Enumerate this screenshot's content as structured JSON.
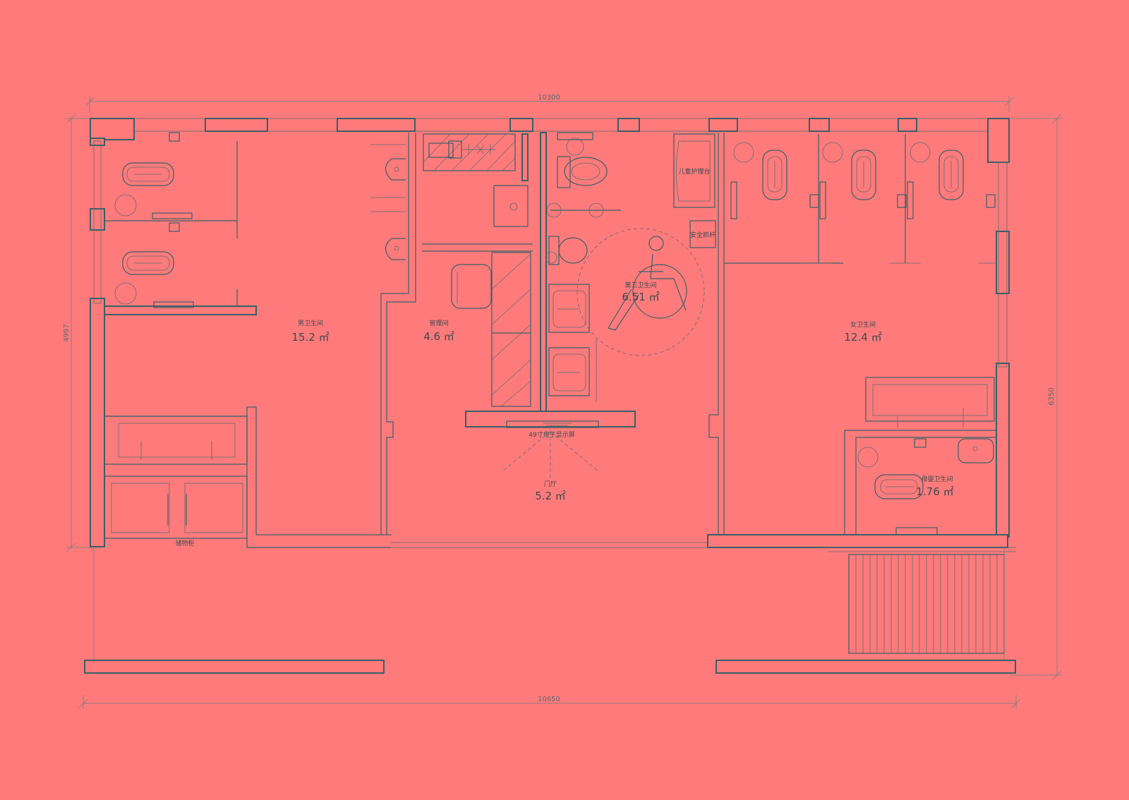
{
  "plan": {
    "background": "#FF7B7B",
    "line_color": "#3A5F67",
    "dimensions": {
      "top_width": "10300",
      "bottom_width": "10650",
      "left_height": "4997",
      "right_height": "6350"
    },
    "rooms": [
      {
        "id": "men",
        "label": "男卫生间",
        "area": "15.2 ㎡"
      },
      {
        "id": "utility",
        "label": "管理间",
        "area": "4.6 ㎡"
      },
      {
        "id": "accessible",
        "label": "第三卫生间",
        "area": "6.51 ㎡"
      },
      {
        "id": "women",
        "label": "女卫生间",
        "area": "12.4 ㎡"
      },
      {
        "id": "hall",
        "label": "门厅",
        "area": "5.2 ㎡"
      },
      {
        "id": "family",
        "label": "母婴卫生间",
        "area": "1.76 ㎡"
      }
    ],
    "fixture_labels": {
      "changing_table": "儿童护理台",
      "safety_seat": "安全抓杆",
      "info_screen": "49寸电子显示屏",
      "locker": "储物柜"
    },
    "icons": [
      "wheelchair-icon",
      "door-swing-icon"
    ]
  }
}
